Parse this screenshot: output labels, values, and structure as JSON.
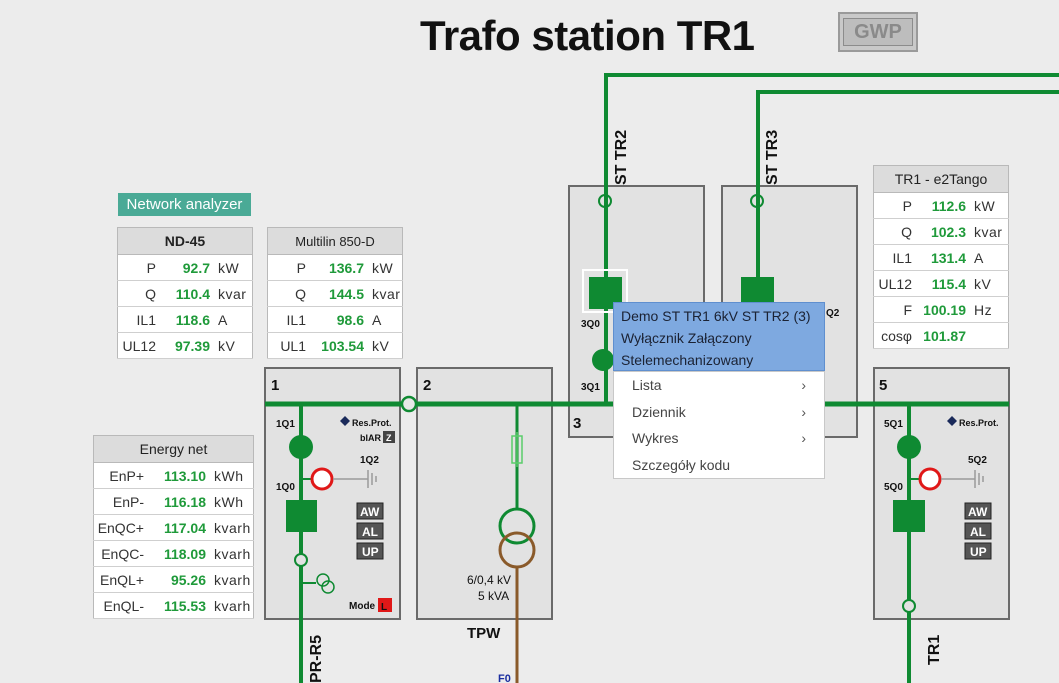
{
  "title": "Trafo station TR1",
  "gwp_button": "GWP",
  "network_analyzer_label": "Network analyzer",
  "nd45": {
    "header": "ND-45",
    "rows": [
      {
        "label": "P",
        "value": "92.7",
        "unit": "kW"
      },
      {
        "label": "Q",
        "value": "110.4",
        "unit": "kvar"
      },
      {
        "label": "IL1",
        "value": "118.6",
        "unit": "A"
      },
      {
        "label": "UL12",
        "value": "97.39",
        "unit": "kV"
      }
    ]
  },
  "multilin": {
    "header": "Multilin 850-D",
    "rows": [
      {
        "label": "P",
        "value": "136.7",
        "unit": "kW"
      },
      {
        "label": "Q",
        "value": "144.5",
        "unit": "kvar"
      },
      {
        "label": "IL1",
        "value": "98.6",
        "unit": "A"
      },
      {
        "label": "UL1",
        "value": "103.54",
        "unit": "kV"
      }
    ]
  },
  "energy_net": {
    "header": "Energy net",
    "rows": [
      {
        "label": "EnP+",
        "value": "113.10",
        "unit": "kWh"
      },
      {
        "label": "EnP-",
        "value": "116.18",
        "unit": "kWh"
      },
      {
        "label": "EnQC+",
        "value": "117.04",
        "unit": "kvarh"
      },
      {
        "label": "EnQC-",
        "value": "118.09",
        "unit": "kvarh"
      },
      {
        "label": "EnQL+",
        "value": "95.26",
        "unit": "kvarh"
      },
      {
        "label": "EnQL-",
        "value": "115.53",
        "unit": "kvarh"
      }
    ]
  },
  "e2tango": {
    "header": "TR1 - e2Tango",
    "rows": [
      {
        "label": "P",
        "value": "112.6",
        "unit": "kW"
      },
      {
        "label": "Q",
        "value": "102.3",
        "unit": "kvar"
      },
      {
        "label": "IL1",
        "value": "131.4",
        "unit": "A"
      },
      {
        "label": "UL12",
        "value": "115.4",
        "unit": "kV"
      },
      {
        "label": "F",
        "value": "100.19",
        "unit": "Hz"
      },
      {
        "label": "cosφ",
        "value": "101.87",
        "unit": ""
      }
    ]
  },
  "diagram": {
    "line_st_tr2": "ST TR2",
    "line_st_tr3": "ST TR3",
    "line_pr_r5": "PR-R5",
    "line_tr1": "TR1",
    "line_f0": "F0",
    "tpw_label": "TPW",
    "trafo_rating_1": "6/0,4 kV",
    "trafo_rating_2": "5 kVA",
    "cell1": {
      "number": "1",
      "breaker": "1Q1",
      "earth": "1Q0",
      "disc": "1Q2",
      "prot": "Res.Prot.",
      "biar": "bIAR",
      "z": "Z",
      "btn_aw": "AW",
      "btn_al": "AL",
      "btn_up": "UP",
      "mode": "Mode",
      "mode_flag": "L"
    },
    "cell2": {
      "number": "2"
    },
    "cell3": {
      "number": "3",
      "breaker": "3Q0",
      "earth": "3Q1"
    },
    "cell4": {
      "partial_label": "Q2"
    },
    "cell5": {
      "number": "5",
      "breaker": "5Q1",
      "earth": "5Q0",
      "disc": "5Q2",
      "prot": "Res.Prot.",
      "btn_aw": "AW",
      "btn_al": "AL",
      "btn_up": "UP"
    }
  },
  "colors": {
    "busbar": "#0f8a32",
    "breaker_closed": "#0f8a32",
    "disconnector_open": "#e01818",
    "trafo_lv": "#8a5a2a",
    "value_green": "#1f9a3a",
    "menu_head": "#7ea9e0"
  },
  "context_menu": {
    "header_lines": [
      "Demo ST TR1 6kV ST TR2 (3)",
      "Wyłącznik Załączony",
      "Stelemechanizowany"
    ],
    "items": [
      {
        "label": "Lista",
        "submenu": true
      },
      {
        "label": "Dziennik",
        "submenu": true
      },
      {
        "label": "Wykres",
        "submenu": true
      },
      {
        "label": "Szczegóły kodu",
        "submenu": false
      }
    ]
  }
}
